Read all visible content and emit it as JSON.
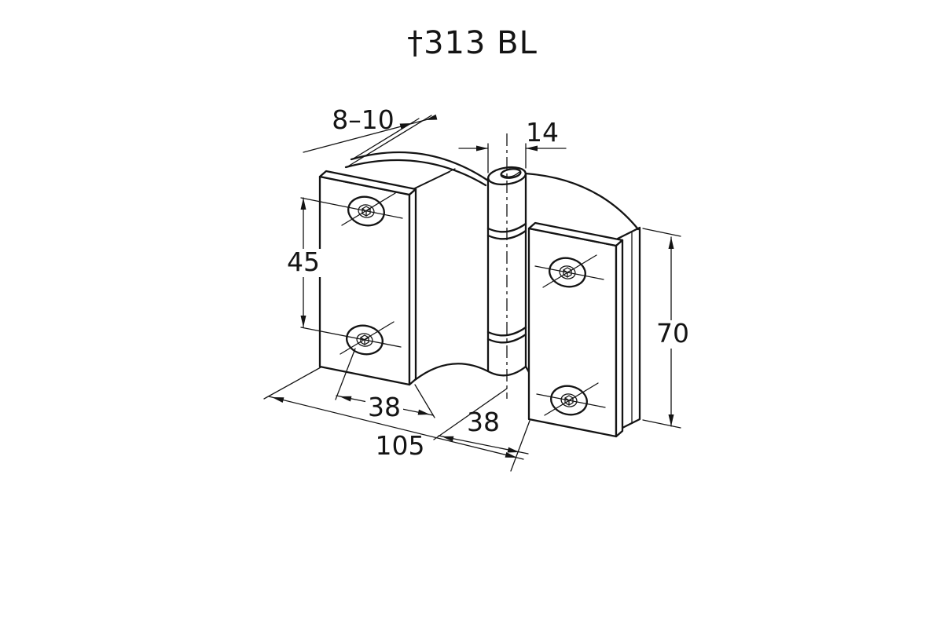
{
  "title": "†313 BL",
  "dimensions": {
    "glass_thickness": "8–10",
    "knuckle_diameter": "14",
    "hole_spacing": "45",
    "plate_height": "70",
    "left_edge_to_hole": "38",
    "overall_width": "105",
    "axis_to_plate": "38"
  },
  "colors": {
    "line": "#141414",
    "background": "#ffffff"
  }
}
